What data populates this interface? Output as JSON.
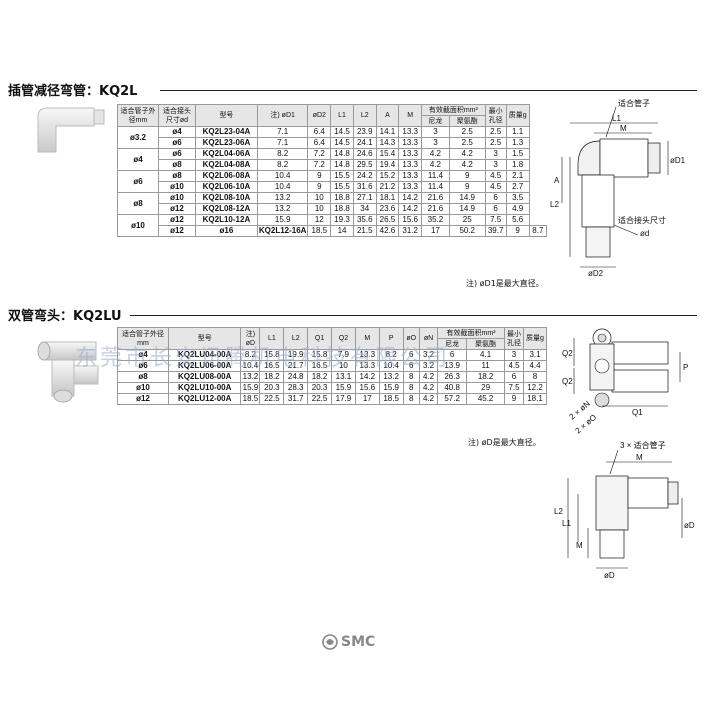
{
  "section1": {
    "title": "插管减径弯管：KQ2L",
    "headers": [
      "适合管子外径mm",
      "适合接头尺寸ød",
      "型号",
      "注) øD1",
      "øD2",
      "L1",
      "L2",
      "A",
      "M",
      "有效截面积mm²",
      "尼龙",
      "聚氨酯",
      "最小孔径",
      "质量g"
    ],
    "rows": [
      {
        "tube": "ø3.2",
        "d": "ø4",
        "model": "KQ2L23-04A",
        "v": [
          "7.1",
          "6.4",
          "14.5",
          "23.9",
          "14.1",
          "13.3",
          "3",
          "2.5",
          "2.5",
          "1.1"
        ]
      },
      {
        "tube": "",
        "d": "ø6",
        "model": "KQ2L23-06A",
        "v": [
          "7.1",
          "6.4",
          "14.5",
          "24.1",
          "14.3",
          "13.3",
          "3",
          "2.5",
          "2.5",
          "1.3"
        ]
      },
      {
        "tube": "ø4",
        "d": "ø6",
        "model": "KQ2L04-06A",
        "v": [
          "8.2",
          "7.2",
          "14.8",
          "24.6",
          "15.4",
          "13.3",
          "4.2",
          "4.2",
          "3",
          "1.5"
        ]
      },
      {
        "tube": "",
        "d": "ø8",
        "model": "KQ2L04-08A",
        "v": [
          "8.2",
          "7.2",
          "14.8",
          "29.5",
          "19.4",
          "13.3",
          "4.2",
          "4.2",
          "3",
          "1.8"
        ]
      },
      {
        "tube": "ø6",
        "d": "ø8",
        "model": "KQ2L06-08A",
        "v": [
          "10.4",
          "9",
          "15.5",
          "24.2",
          "15.2",
          "13.3",
          "11.4",
          "9",
          "4.5",
          "2.1"
        ]
      },
      {
        "tube": "",
        "d": "ø10",
        "model": "KQ2L06-10A",
        "v": [
          "10.4",
          "9",
          "15.5",
          "31.6",
          "21.2",
          "13.3",
          "11.4",
          "9",
          "4.5",
          "2.7"
        ]
      },
      {
        "tube": "ø8",
        "d": "ø10",
        "model": "KQ2L08-10A",
        "v": [
          "13.2",
          "10",
          "18.8",
          "27.1",
          "18.1",
          "14.2",
          "21.6",
          "14.9",
          "6",
          "3.5"
        ]
      },
      {
        "tube": "",
        "d": "ø12",
        "model": "KQ2L08-12A",
        "v": [
          "13.2",
          "10",
          "18.8",
          "34",
          "23.6",
          "14.2",
          "21.6",
          "14.9",
          "6",
          "4.9"
        ]
      },
      {
        "tube": "ø10",
        "d": "ø12",
        "model": "KQ2L10-12A",
        "v": [
          "15.9",
          "12",
          "19.3",
          "35.6",
          "26.5",
          "15.6",
          "35.2",
          "25",
          "7.5",
          "5.6"
        ]
      },
      {
        "tube": "ø12",
        "d": "ø16",
        "model": "KQ2L12-16A",
        "v": [
          "18.5",
          "14",
          "21.5",
          "42.6",
          "31.2",
          "17",
          "50.2",
          "39.7",
          "9",
          "8.7"
        ]
      }
    ],
    "note": "注) øD1是最大直径。",
    "drawing": {
      "tube": "适合管子",
      "fit": "适合接头尺寸",
      "d": "ød",
      "L1": "L1",
      "M": "M",
      "D1": "øD1",
      "A": "A",
      "L2": "L2",
      "D2": "øD2"
    }
  },
  "section2": {
    "title": "双管弯头：KQ2LU",
    "headers": [
      "适合管子外径mm",
      "型号",
      "注) øD",
      "L1",
      "L2",
      "Q1",
      "Q2",
      "M",
      "P",
      "øO",
      "øN",
      "有效截面积mm²",
      "尼龙",
      "聚氨酯",
      "最小孔径",
      "质量g"
    ],
    "rows": [
      {
        "tube": "ø4",
        "model": "KQ2LU04-00A",
        "v": [
          "8.2",
          "15.8",
          "19.9",
          "15.8",
          "7.9",
          "13.3",
          "8.2",
          "6",
          "3.2",
          "6",
          "4.1",
          "3",
          "3.1"
        ]
      },
      {
        "tube": "ø6",
        "model": "KQ2LU06-00A",
        "v": [
          "10.4",
          "16.5",
          "21.7",
          "16.5",
          "10",
          "13.3",
          "10.4",
          "6",
          "3.2",
          "13.9",
          "11",
          "4.5",
          "4.4"
        ]
      },
      {
        "tube": "ø8",
        "model": "KQ2LU08-00A",
        "v": [
          "13.2",
          "18.2",
          "24.8",
          "18.2",
          "13.1",
          "14.2",
          "13.2",
          "8",
          "4.2",
          "26.3",
          "18.2",
          "6",
          "8"
        ]
      },
      {
        "tube": "ø10",
        "model": "KQ2LU10-00A",
        "v": [
          "15.9",
          "20.3",
          "28.3",
          "20.3",
          "15.9",
          "15.6",
          "15.9",
          "8",
          "4.2",
          "40.8",
          "29",
          "7.5",
          "12.2"
        ]
      },
      {
        "tube": "ø12",
        "model": "KQ2LU12-00A",
        "v": [
          "18.5",
          "22.5",
          "31.7",
          "22.5",
          "17.9",
          "17",
          "18.5",
          "8",
          "4.2",
          "57.2",
          "45.2",
          "9",
          "18.1"
        ]
      }
    ],
    "note": "注) øD是最大直径。",
    "drawing": {
      "Q2": "Q2",
      "P": "P",
      "Q1": "Q1",
      "N": "2 × øN",
      "O": "2 × øO",
      "tube": "3 × 适合管子",
      "L1": "L1",
      "M": "M",
      "L2": "L2",
      "D": "øD"
    }
  },
  "watermark": "东莞市长安讯腾机电科技有限公司",
  "logo": "SMC"
}
